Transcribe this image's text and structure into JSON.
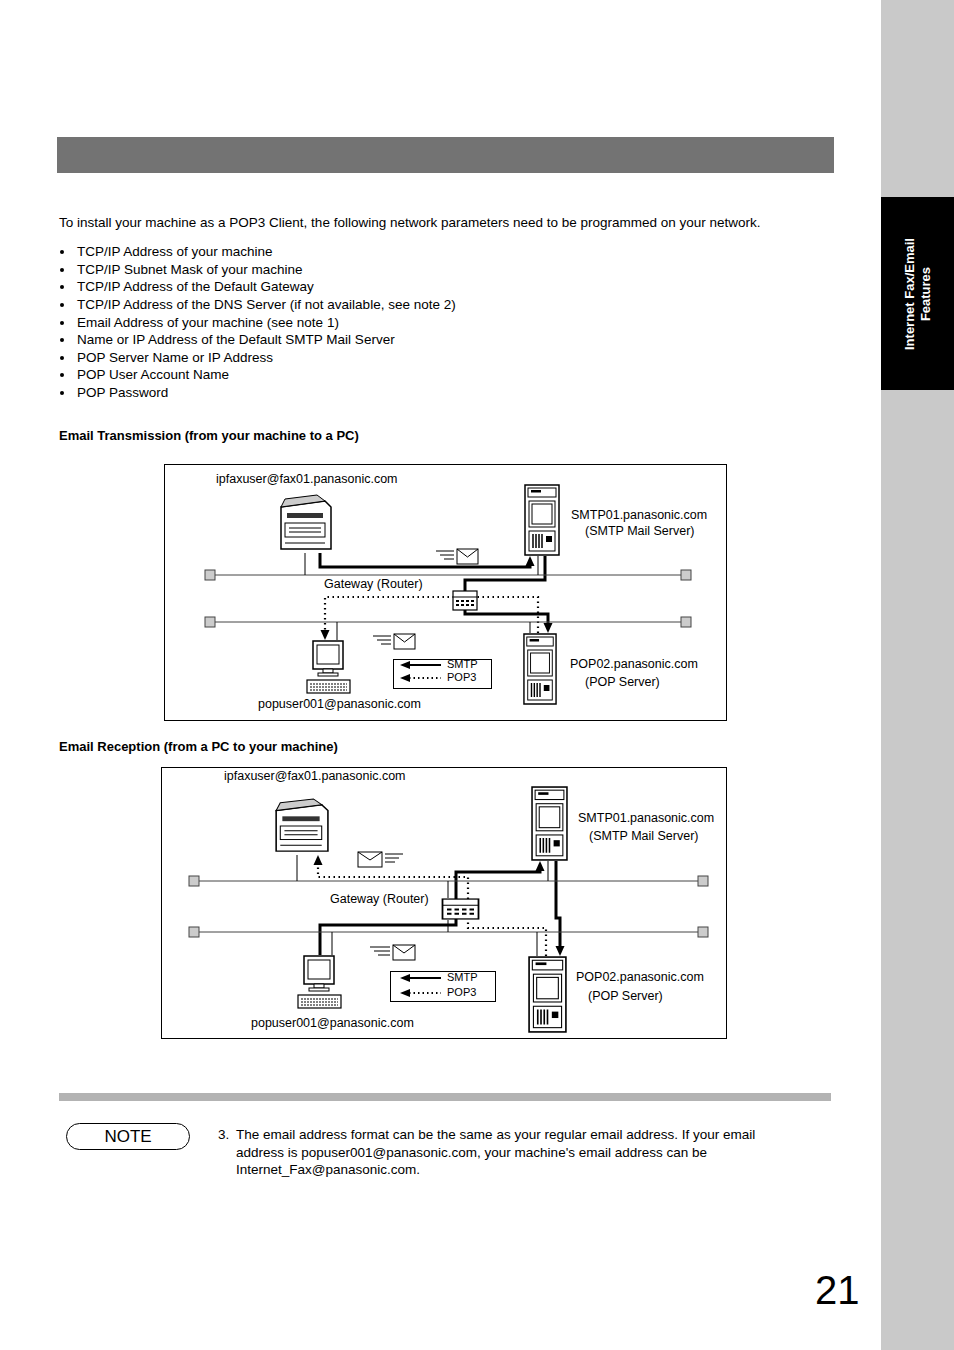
{
  "diagram": {
    "nodes": [
      {
        "text": [
          "Internet Fax/Email Features"
        ]
      },
      {
        "text": [
          "Email Transmission (from your machine to a PC)"
        ]
      },
      {
        "text": [
          "ipfaxuser@fax01.panasonic.com"
        ],
        "in": 1
      },
      {
        "text": [
          "SMTP01.panasonic.com",
          "(SMTP Mail Server)"
        ],
        "in": 1
      },
      {
        "text": [
          "Gateway (Router)"
        ],
        "in": 1
      },
      {
        "text": [
          "popuser001@panasonic.com"
        ],
        "in": 1
      },
      {
        "text": [
          "POP02.panasonic.com",
          "(POP Server)"
        ],
        "in": 1
      },
      {
        "text": [
          "Email Reception (from a PC to your machine)"
        ]
      },
      {
        "text": [
          "ipfaxuser@fax01.panasonic.com"
        ],
        "in": 7
      },
      {
        "text": [
          "SMTP01.panasonic.com",
          "(SMTP Mail Server)"
        ],
        "in": 7
      },
      {
        "text": [
          "Gateway (Router)"
        ],
        "in": 7
      },
      {
        "text": [
          "popuser001@panasonic.com"
        ],
        "in": 7
      },
      {
        "text": [
          "POP02.panasonic.com",
          "(POP Server)"
        ],
        "in": 7
      },
      {
        "text": [
          "NOTE"
        ]
      }
    ],
    "edges": [
      {
        "from": 2,
        "to": 3,
        "arrow": "to"
      },
      {
        "from": 3,
        "to": 6,
        "arrow": "to"
      },
      {
        "from": 6,
        "to": 5,
        "arrow": "to"
      },
      {
        "from": 11,
        "to": 9,
        "arrow": "to"
      },
      {
        "from": 9,
        "to": 12,
        "arrow": "to"
      },
      {
        "from": 12,
        "to": 8,
        "arrow": "to"
      }
    ],
    "labels": [
      "To install your machine as a POP3 Client, the following network parameters need to be programmed on your network.",
      "TCP/IP Address of your machine",
      "TCP/IP Subnet Mask of your machine",
      "TCP/IP Address of the Default Gateway",
      "TCP/IP Address of the DNS Server (if not available, see note 2)",
      "Email Address of your machine (see note 1)",
      "Name or IP Address of the Default SMTP Mail Server",
      "POP Server Name or IP Address",
      "POP User Account Name",
      "POP Password",
      "3.",
      "The email address format can be the same as your regular email address. If your email address is popuser001@panasonic.com, your machine's email address can be Internet_Fax@panasonic.com.",
      "21"
    ],
    "legend": [
      {
        "text": "SMTP"
      },
      {
        "text": "POP3"
      },
      {
        "text": "SMTP"
      },
      {
        "text": "POP3"
      }
    ]
  }
}
